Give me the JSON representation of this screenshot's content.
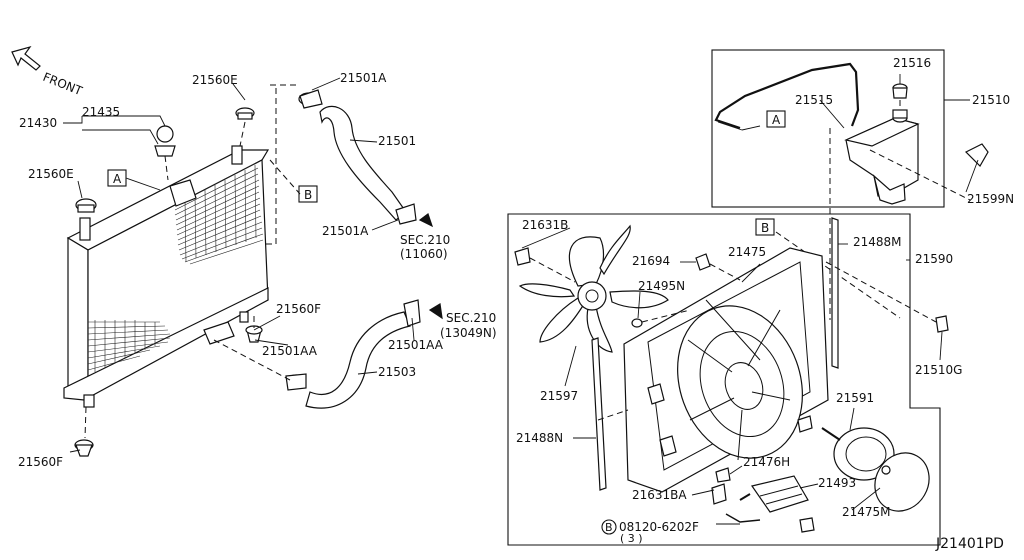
{
  "front_label": "FRONT",
  "diagram_code": "J21401PD",
  "labels": {
    "p21430": "21430",
    "p21435": "21435",
    "p21560E_top": "21560E",
    "p21560E_left": "21560E",
    "p21501A_top": "21501A",
    "p21501": "21501",
    "p21501A_bottom": "21501A",
    "sec210_upper": "SEC.210",
    "sec210_upper_code": "(11060)",
    "p21560F_mid": "21560F",
    "p21501AA_left": "21501AA",
    "p21503": "21503",
    "p21501AA_right": "21501AA",
    "sec210_lower": "SEC.210",
    "sec210_lower_code": "(13049N)",
    "p21560F_bottom": "21560F",
    "p21516": "21516",
    "p21515": "21515",
    "p21510": "21510",
    "p21599N": "21599N",
    "p21631B": "21631B",
    "p21694": "21694",
    "p21475": "21475",
    "p21488M": "21488M",
    "p21590": "21590",
    "p21495N": "21495N",
    "p21510G": "21510G",
    "p21597": "21597",
    "p21591": "21591",
    "p21488N": "21488N",
    "p21476H": "21476H",
    "p21493": "21493",
    "p21631BA": "21631BA",
    "p21475M": "21475M",
    "bolt_code": "08120-6202F",
    "bolt_qty": "( 3 )"
  },
  "ref_markers": {
    "a_radiator": "A",
    "b_radiator": "B",
    "a_reservoir": "A",
    "b_fan": "B",
    "bolt_b": "B"
  }
}
